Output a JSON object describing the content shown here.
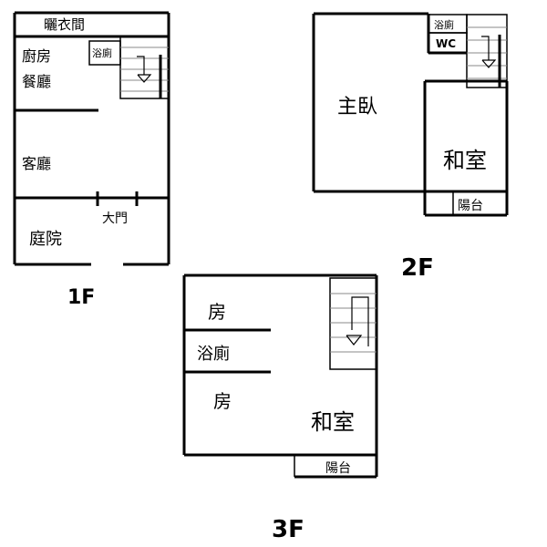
{
  "floors": {
    "f1": {
      "name": "1F",
      "rooms": {
        "laundry": "曬衣間",
        "kitchen": "廚房",
        "dining": "餐廳",
        "bath": "浴廁",
        "living": "客廳",
        "door": "大門",
        "courtyard": "庭院"
      }
    },
    "f2": {
      "name": "2F",
      "rooms": {
        "bath": "浴廁",
        "wc": "WC",
        "master": "主臥",
        "japanese": "和室",
        "balcony": "陽台"
      }
    },
    "f3": {
      "name": "3F",
      "rooms": {
        "room_top": "房",
        "bath": "浴廁",
        "room_bottom": "房",
        "japanese": "和室",
        "balcony": "陽台"
      }
    }
  }
}
